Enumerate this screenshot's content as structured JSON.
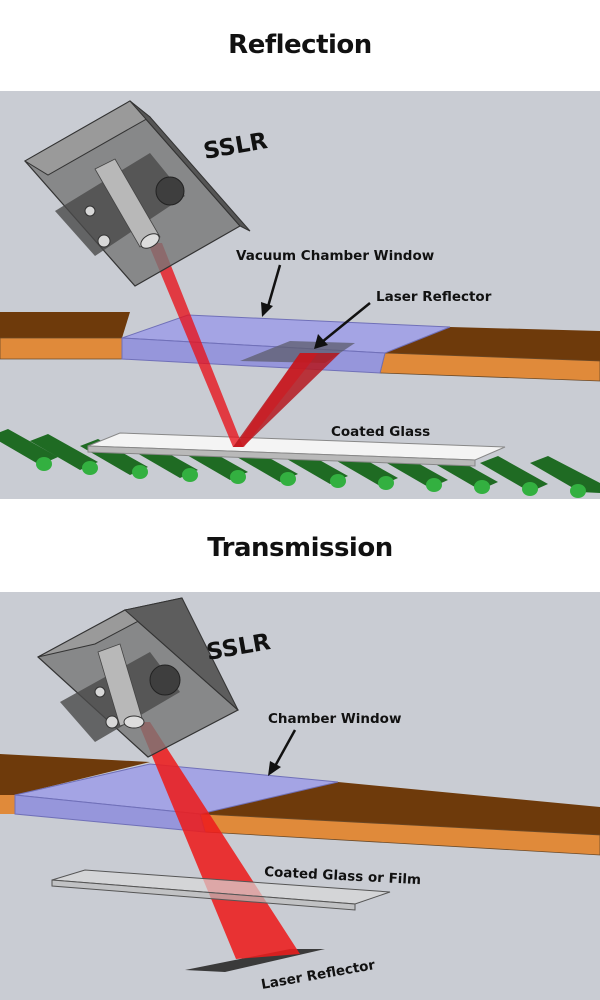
{
  "reflection": {
    "title": "Reflection",
    "labels": {
      "sslr": "SSLR",
      "window": "Vacuum Chamber Window",
      "reflector": "Laser Reflector",
      "glass": "Coated Glass"
    }
  },
  "transmission": {
    "title": "Transmission",
    "labels": {
      "sslr": "SSLR",
      "window": "Chamber Window",
      "glass": "Coated Glass or Film",
      "reflector": "Laser Reflector"
    }
  },
  "colors": {
    "panel_background": "#c9ccd3",
    "chamber_wall_top": "#6e3a0b",
    "chamber_wall_side": "#e08a3a",
    "window": "#9d9ce6",
    "laser": "#e8111a",
    "roller": "#1f6b23",
    "roller_end": "#33b040",
    "laser_housing": "#7d7d7d"
  }
}
